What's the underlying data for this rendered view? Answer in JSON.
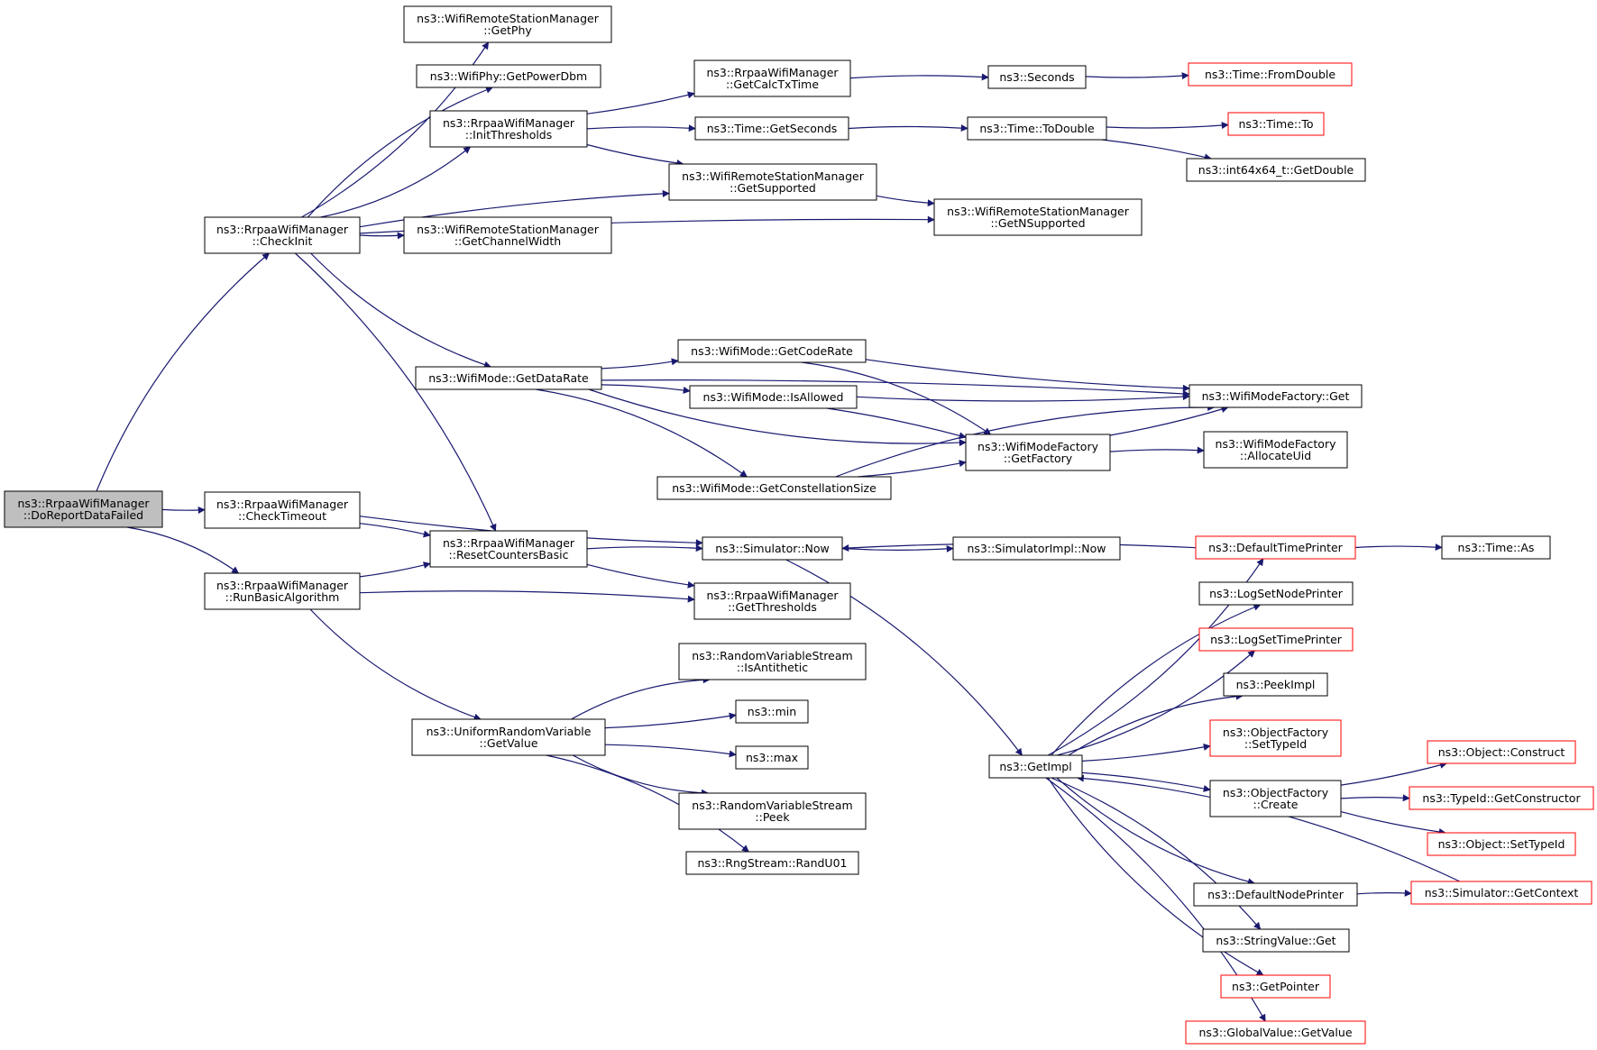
{
  "nodes": [
    {
      "id": "root",
      "lines": [
        "ns3::RrpaaWifiManager",
        "::DoReportDataFailed"
      ],
      "style": "root"
    },
    {
      "id": "checkinit",
      "lines": [
        "ns3::RrpaaWifiManager",
        "::CheckInit"
      ],
      "style": "normal"
    },
    {
      "id": "checktimeout",
      "lines": [
        "ns3::RrpaaWifiManager",
        "::CheckTimeout"
      ],
      "style": "normal"
    },
    {
      "id": "runbasic",
      "lines": [
        "ns3::RrpaaWifiManager",
        "::RunBasicAlgorithm"
      ],
      "style": "normal"
    },
    {
      "id": "getphy",
      "lines": [
        "ns3::WifiRemoteStationManager",
        "::GetPhy"
      ],
      "style": "normal"
    },
    {
      "id": "getpowerdbm",
      "lines": [
        "ns3::WifiPhy::GetPowerDbm"
      ],
      "style": "normal"
    },
    {
      "id": "initthresholds",
      "lines": [
        "ns3::RrpaaWifiManager",
        "::InitThresholds"
      ],
      "style": "normal"
    },
    {
      "id": "getchannelwidth",
      "lines": [
        "ns3::WifiRemoteStationManager",
        "::GetChannelWidth"
      ],
      "style": "normal"
    },
    {
      "id": "getdatarate",
      "lines": [
        "ns3::WifiMode::GetDataRate"
      ],
      "style": "normal"
    },
    {
      "id": "resetcounters",
      "lines": [
        "ns3::RrpaaWifiManager",
        "::ResetCountersBasic"
      ],
      "style": "normal"
    },
    {
      "id": "uniformgetvalue",
      "lines": [
        "ns3::UniformRandomVariable",
        "::GetValue"
      ],
      "style": "normal"
    },
    {
      "id": "getcalctxtime",
      "lines": [
        "ns3::RrpaaWifiManager",
        "::GetCalcTxTime"
      ],
      "style": "normal"
    },
    {
      "id": "timegetseconds",
      "lines": [
        "ns3::Time::GetSeconds"
      ],
      "style": "normal"
    },
    {
      "id": "getsupported",
      "lines": [
        "ns3::WifiRemoteStationManager",
        "::GetSupported"
      ],
      "style": "normal"
    },
    {
      "id": "getcoderate",
      "lines": [
        "ns3::WifiMode::GetCodeRate"
      ],
      "style": "normal"
    },
    {
      "id": "isallowed",
      "lines": [
        "ns3::WifiMode::IsAllowed"
      ],
      "style": "normal"
    },
    {
      "id": "getconstellation",
      "lines": [
        "ns3::WifiMode::GetConstellationSize"
      ],
      "style": "normal"
    },
    {
      "id": "simnow",
      "lines": [
        "ns3::Simulator::Now"
      ],
      "style": "normal"
    },
    {
      "id": "getthresholds",
      "lines": [
        "ns3::RrpaaWifiManager",
        "::GetThresholds"
      ],
      "style": "normal"
    },
    {
      "id": "isantithetic",
      "lines": [
        "ns3::RandomVariableStream",
        "::IsAntithetic"
      ],
      "style": "normal"
    },
    {
      "id": "min",
      "lines": [
        "ns3::min"
      ],
      "style": "normal"
    },
    {
      "id": "max",
      "lines": [
        "ns3::max"
      ],
      "style": "normal"
    },
    {
      "id": "peek",
      "lines": [
        "ns3::RandomVariableStream",
        "::Peek"
      ],
      "style": "normal"
    },
    {
      "id": "randu01",
      "lines": [
        "ns3::RngStream::RandU01"
      ],
      "style": "normal"
    },
    {
      "id": "seconds",
      "lines": [
        "ns3::Seconds"
      ],
      "style": "normal"
    },
    {
      "id": "timetodouble",
      "lines": [
        "ns3::Time::ToDouble"
      ],
      "style": "normal"
    },
    {
      "id": "getnsupported",
      "lines": [
        "ns3::WifiRemoteStationManager",
        "::GetNSupported"
      ],
      "style": "normal"
    },
    {
      "id": "getfactory",
      "lines": [
        "ns3::WifiModeFactory",
        "::GetFactory"
      ],
      "style": "normal"
    },
    {
      "id": "simimplnow",
      "lines": [
        "ns3::SimulatorImpl::Now"
      ],
      "style": "normal"
    },
    {
      "id": "getimpl",
      "lines": [
        "ns3::GetImpl"
      ],
      "style": "normal"
    },
    {
      "id": "fromdouble",
      "lines": [
        "ns3::Time::FromDouble"
      ],
      "style": "red"
    },
    {
      "id": "timeto",
      "lines": [
        "ns3::Time::To"
      ],
      "style": "red"
    },
    {
      "id": "getdouble",
      "lines": [
        "ns3::int64x64_t::GetDouble"
      ],
      "style": "normal"
    },
    {
      "id": "factoryget",
      "lines": [
        "ns3::WifiModeFactory::Get"
      ],
      "style": "normal"
    },
    {
      "id": "allocateuid",
      "lines": [
        "ns3::WifiModeFactory",
        "::AllocateUid"
      ],
      "style": "normal"
    },
    {
      "id": "defaulttimeprinter",
      "lines": [
        "ns3::DefaultTimePrinter"
      ],
      "style": "red"
    },
    {
      "id": "timeas",
      "lines": [
        "ns3::Time::As"
      ],
      "style": "normal"
    },
    {
      "id": "logsetnodeprinter",
      "lines": [
        "ns3::LogSetNodePrinter"
      ],
      "style": "normal"
    },
    {
      "id": "logsettimeprinter",
      "lines": [
        "ns3::LogSetTimePrinter"
      ],
      "style": "red"
    },
    {
      "id": "peekimpl",
      "lines": [
        "ns3::PeekImpl"
      ],
      "style": "normal"
    },
    {
      "id": "settypeid",
      "lines": [
        "ns3::ObjectFactory",
        "::SetTypeId"
      ],
      "style": "red"
    },
    {
      "id": "ofcreate",
      "lines": [
        "ns3::ObjectFactory",
        "::Create"
      ],
      "style": "normal"
    },
    {
      "id": "defaultnodeprinter",
      "lines": [
        "ns3::DefaultNodePrinter"
      ],
      "style": "normal"
    },
    {
      "id": "stringvalueget",
      "lines": [
        "ns3::StringValue::Get"
      ],
      "style": "normal"
    },
    {
      "id": "getpointer",
      "lines": [
        "ns3::GetPointer"
      ],
      "style": "red"
    },
    {
      "id": "globalvalue",
      "lines": [
        "ns3::GlobalValue::GetValue"
      ],
      "style": "red"
    },
    {
      "id": "objconstruct",
      "lines": [
        "ns3::Object::Construct"
      ],
      "style": "red"
    },
    {
      "id": "getconstructor",
      "lines": [
        "ns3::TypeId::GetConstructor"
      ],
      "style": "red"
    },
    {
      "id": "objsettypeid",
      "lines": [
        "ns3::Object::SetTypeId"
      ],
      "style": "red"
    },
    {
      "id": "getcontext",
      "lines": [
        "ns3::Simulator::GetContext"
      ],
      "style": "red"
    }
  ],
  "edges": [
    [
      "root",
      "checkinit"
    ],
    [
      "root",
      "checktimeout"
    ],
    [
      "root",
      "runbasic"
    ],
    [
      "checkinit",
      "getphy"
    ],
    [
      "checkinit",
      "getpowerdbm"
    ],
    [
      "checkinit",
      "initthresholds"
    ],
    [
      "checkinit",
      "getsupported"
    ],
    [
      "checkinit",
      "getchannelwidth"
    ],
    [
      "checkinit",
      "getnsupported"
    ],
    [
      "checkinit",
      "getdatarate"
    ],
    [
      "checkinit",
      "resetcounters"
    ],
    [
      "initthresholds",
      "getcalctxtime"
    ],
    [
      "initthresholds",
      "timegetseconds"
    ],
    [
      "initthresholds",
      "getsupported"
    ],
    [
      "getcalctxtime",
      "seconds"
    ],
    [
      "seconds",
      "fromdouble"
    ],
    [
      "timegetseconds",
      "timetodouble"
    ],
    [
      "timetodouble",
      "timeto"
    ],
    [
      "timetodouble",
      "getdouble"
    ],
    [
      "getsupported",
      "getnsupported"
    ],
    [
      "getdatarate",
      "factoryget"
    ],
    [
      "getdatarate",
      "getcoderate"
    ],
    [
      "getdatarate",
      "isallowed"
    ],
    [
      "getdatarate",
      "getfactory"
    ],
    [
      "getdatarate",
      "getconstellation"
    ],
    [
      "getcoderate",
      "factoryget"
    ],
    [
      "getcoderate",
      "getfactory"
    ],
    [
      "isallowed",
      "factoryget"
    ],
    [
      "isallowed",
      "getfactory"
    ],
    [
      "getconstellation",
      "getfactory"
    ],
    [
      "getconstellation",
      "factoryget"
    ],
    [
      "getfactory",
      "factoryget"
    ],
    [
      "getfactory",
      "allocateuid"
    ],
    [
      "checktimeout",
      "simnow"
    ],
    [
      "checktimeout",
      "resetcounters"
    ],
    [
      "runbasic",
      "resetcounters"
    ],
    [
      "runbasic",
      "getthresholds"
    ],
    [
      "runbasic",
      "uniformgetvalue"
    ],
    [
      "resetcounters",
      "simnow"
    ],
    [
      "resetcounters",
      "getthresholds"
    ],
    [
      "uniformgetvalue",
      "isantithetic"
    ],
    [
      "uniformgetvalue",
      "min"
    ],
    [
      "uniformgetvalue",
      "max"
    ],
    [
      "uniformgetvalue",
      "peek"
    ],
    [
      "uniformgetvalue",
      "randu01"
    ],
    [
      "simnow",
      "simimplnow"
    ],
    [
      "simnow",
      "getimpl"
    ],
    [
      "defaulttimeprinter",
      "simnow"
    ],
    [
      "defaulttimeprinter",
      "timeas"
    ],
    [
      "getimpl",
      "defaulttimeprinter"
    ],
    [
      "getimpl",
      "logsetnodeprinter"
    ],
    [
      "getimpl",
      "logsettimeprinter"
    ],
    [
      "getimpl",
      "peekimpl"
    ],
    [
      "getimpl",
      "settypeid"
    ],
    [
      "getimpl",
      "ofcreate"
    ],
    [
      "getimpl",
      "defaultnodeprinter"
    ],
    [
      "getimpl",
      "stringvalueget"
    ],
    [
      "getimpl",
      "getpointer"
    ],
    [
      "getimpl",
      "globalvalue"
    ],
    [
      "ofcreate",
      "objconstruct"
    ],
    [
      "ofcreate",
      "getconstructor"
    ],
    [
      "ofcreate",
      "objsettypeid"
    ],
    [
      "defaultnodeprinter",
      "getcontext"
    ],
    [
      "getcontext",
      "getimpl"
    ]
  ],
  "colors": {
    "edge": "#191970",
    "external_border": "#ff0000",
    "root_fill": "#bfbfbf"
  }
}
